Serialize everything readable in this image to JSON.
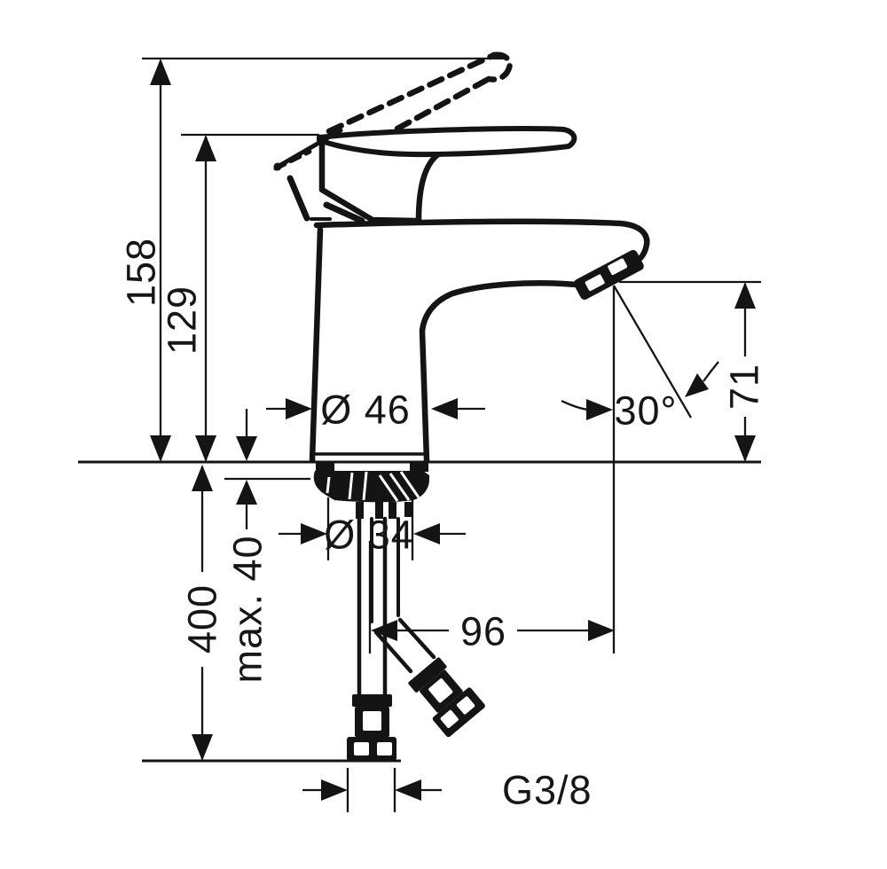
{
  "drawing": {
    "background": "#ffffff",
    "line_color": "#141414",
    "type": "faucet-installation-dimension-drawing",
    "labels": {
      "total_height": "158",
      "handle_height": "129",
      "body_diameter": "Ø 46",
      "spout_angle": "30°",
      "outlet_height": "71",
      "shank_diameter": "Ø 34",
      "max_mounting_thickness": "max. 40",
      "hose_length": "400",
      "spout_reach": "96",
      "connection_thread": "G3/8"
    }
  }
}
